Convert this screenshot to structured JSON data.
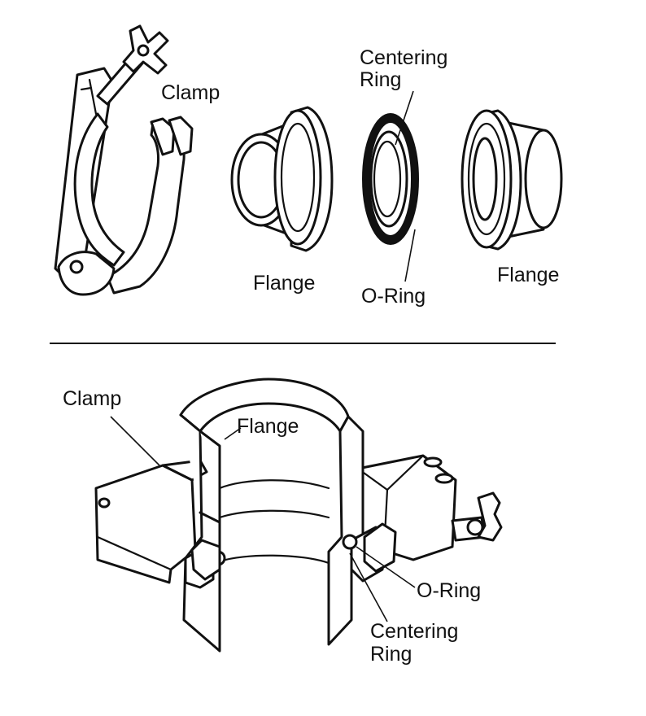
{
  "exploded_view": {
    "clamp_label": "Clamp",
    "centering_ring_label_line1": "Centering",
    "centering_ring_label_line2": "Ring",
    "left_flange_label": "Flange",
    "oring_label": "O-Ring",
    "right_flange_label": "Flange"
  },
  "assembled_view": {
    "clamp_label": "Clamp",
    "flange_label": "Flange",
    "oring_label": "O-Ring",
    "centering_ring_label_line1": "Centering",
    "centering_ring_label_line2": "Ring"
  }
}
